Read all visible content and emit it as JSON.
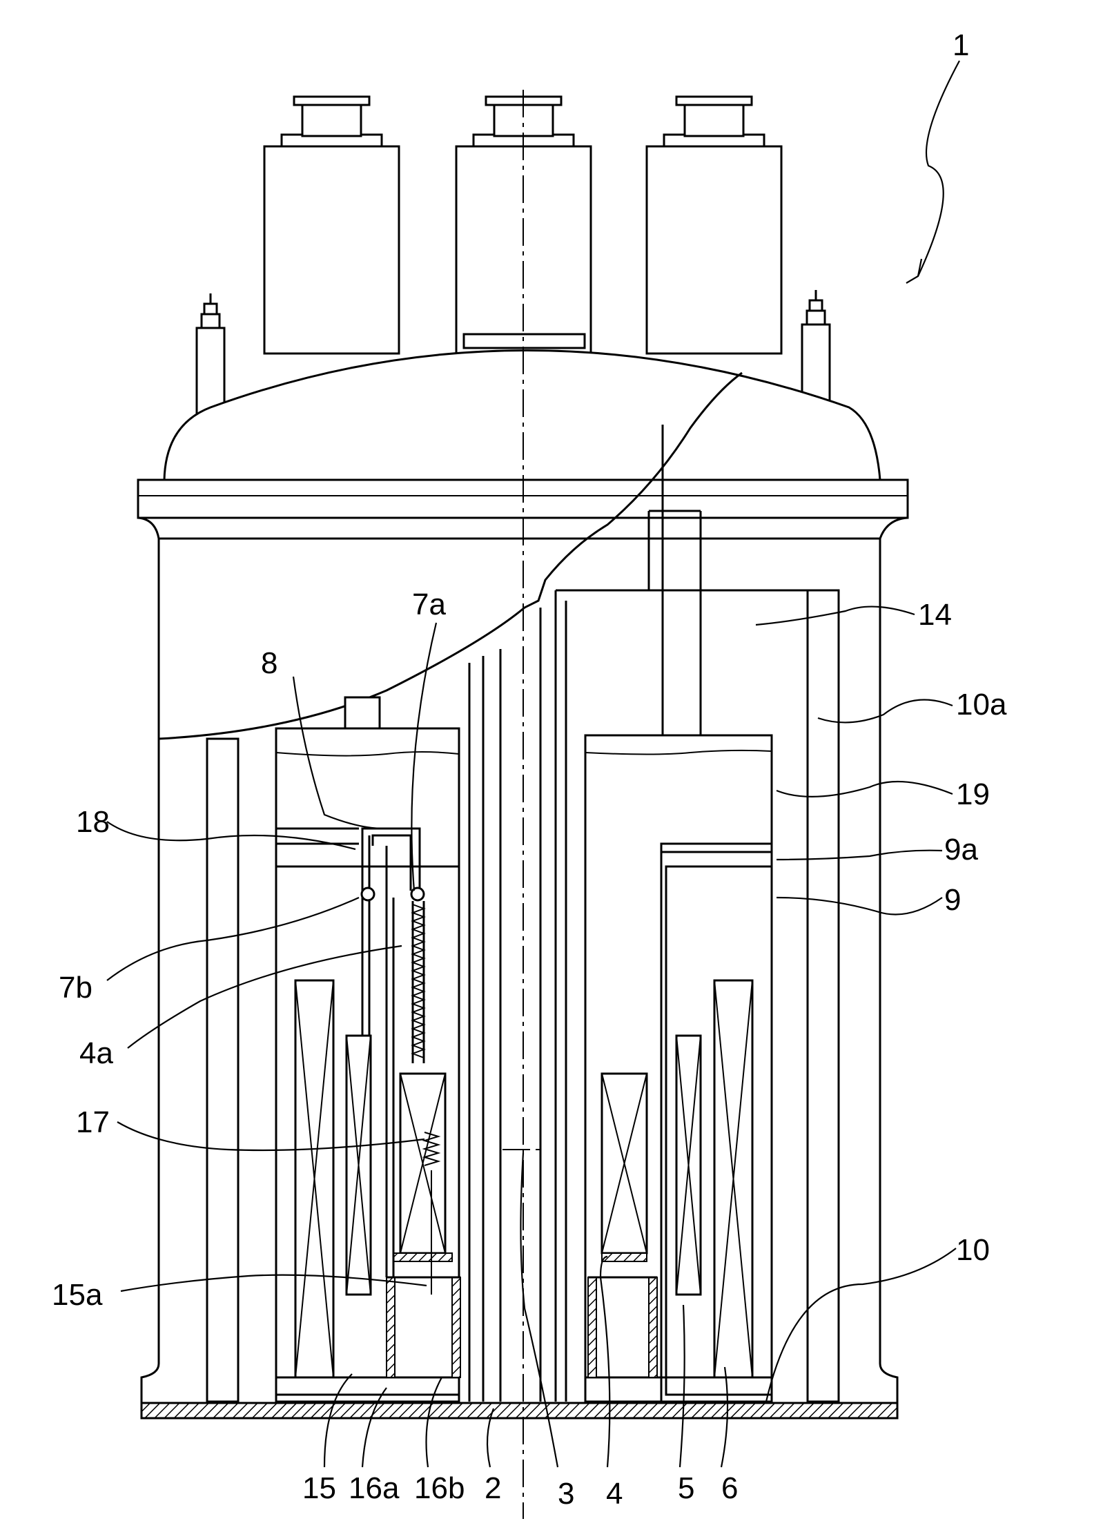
{
  "figure": {
    "labels": {
      "l1": "1",
      "l7a": "7a",
      "l8": "8",
      "l14": "14",
      "l10a": "10a",
      "l19": "19",
      "l18": "18",
      "l9a": "9a",
      "l9": "9",
      "l7b": "7b",
      "l4a": "4a",
      "l17": "17",
      "l15a": "15a",
      "l10": "10",
      "l15": "15",
      "l16a": "16a",
      "l16b": "16b",
      "l2": "2",
      "l3": "3",
      "l4": "4",
      "l5": "5",
      "l6": "6"
    },
    "colors": {
      "line": "#000000",
      "background": "#ffffff"
    }
  }
}
